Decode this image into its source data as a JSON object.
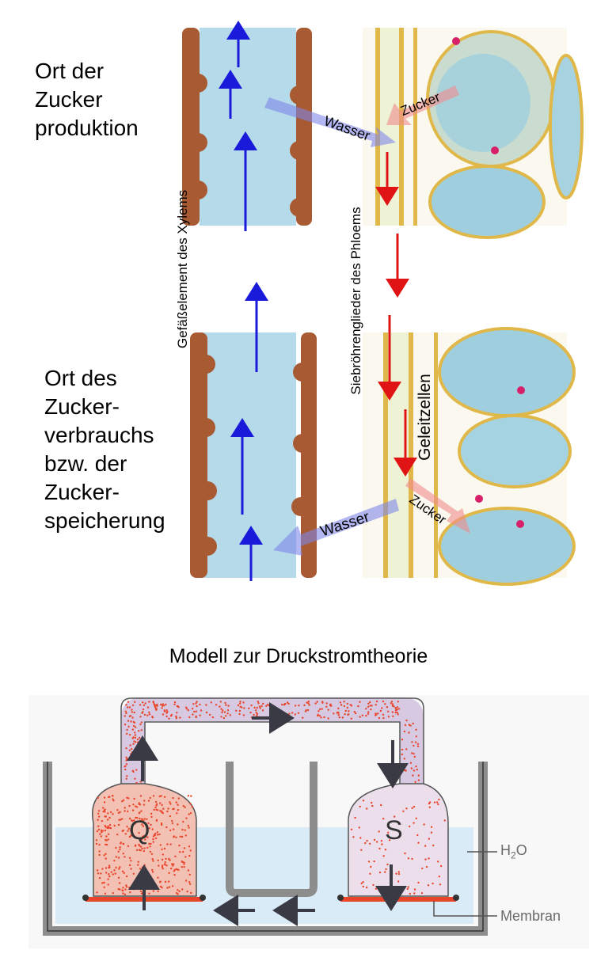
{
  "top": {
    "production_label": "Ort der\nZucker\nproduktion",
    "consumption_label": "Ort des\nZucker-\nverbrauchs\nbzw. der\nZucker-\nspeicherung",
    "xylem_label": "Gefäßelement des Xylems",
    "phloem_label": "Siebröhrenglieder des Phloems",
    "companion_label": "Geleitzellen",
    "water_upper": "Wasser",
    "sugar_upper": "Zucker",
    "water_lower": "Wasser",
    "sugar_lower": "Zucker"
  },
  "model": {
    "title": "Modell zur Druckstromtheorie",
    "q_label": "Q",
    "s_label": "S",
    "h2o_label": "H",
    "h2o_sub": "2",
    "h2o_tail": "O",
    "membrane_label": "Membran"
  },
  "colors": {
    "xylem_fill": "#b5daea",
    "xylem_wall": "#a85a32",
    "phloem_wall": "#e0b84a",
    "cell_fill": "#9fcfde",
    "blue_arrow": "#1a1adb",
    "red_arrow": "#e01414",
    "water_arrow": "#7f86e8",
    "sugar_arrow": "#f08a8a",
    "tank_gray": "#8d8d8d",
    "water_blue": "#d9ebf7",
    "dot_red": "#e8452a"
  }
}
